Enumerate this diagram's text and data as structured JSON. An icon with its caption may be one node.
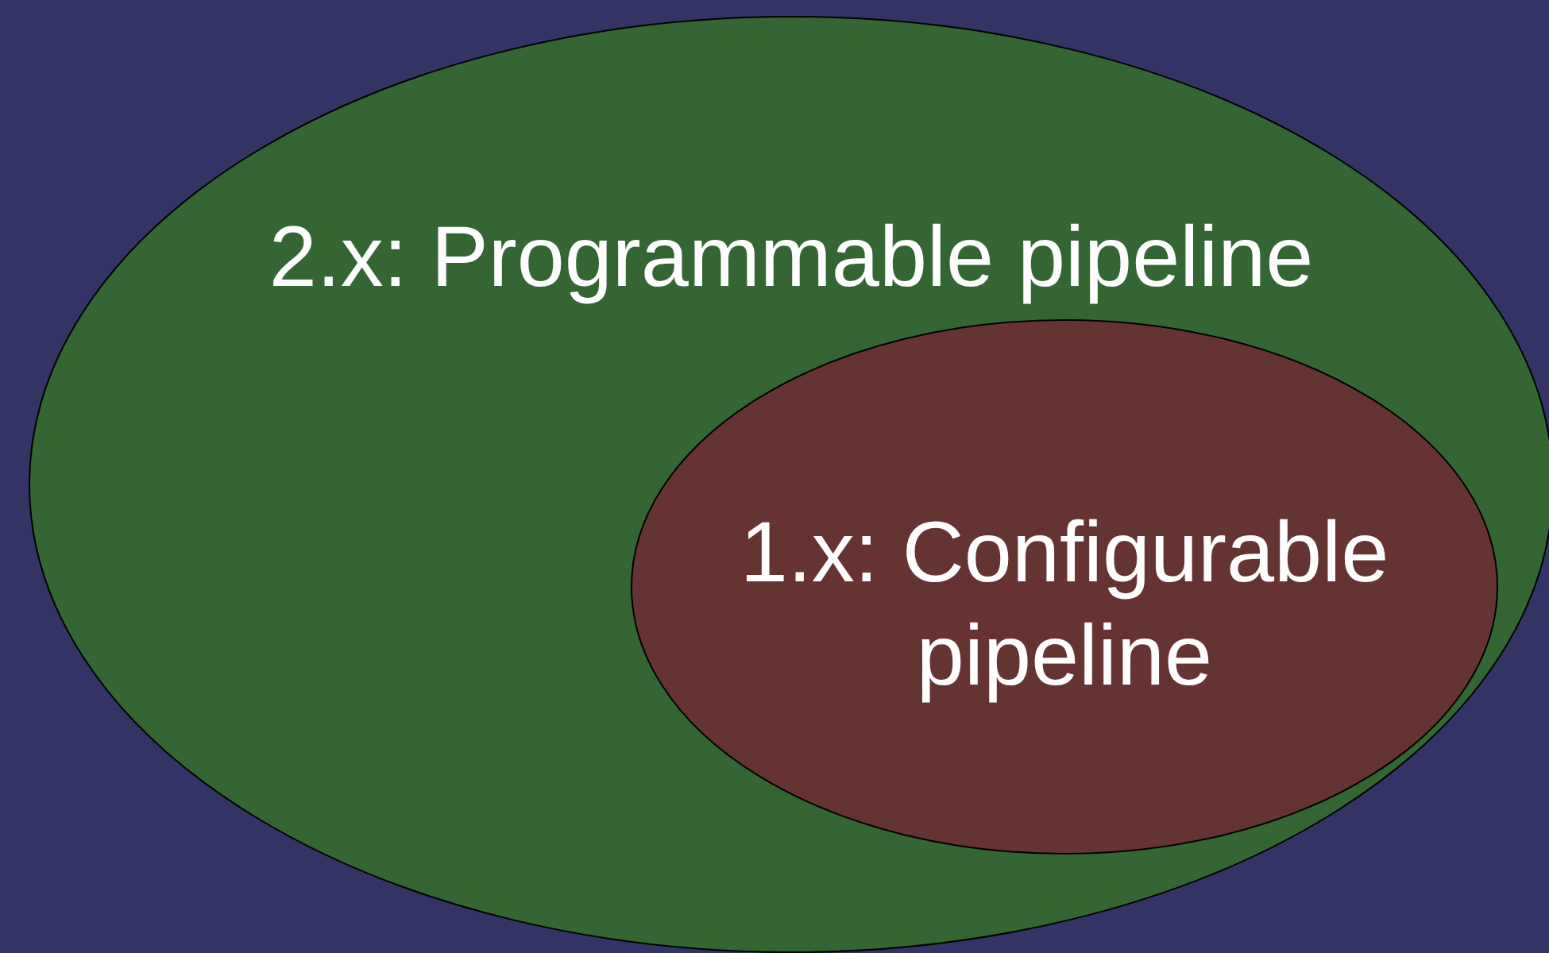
{
  "diagram": {
    "nodes": [
      {
        "text": [
          "2.x: Programmable pipeline"
        ]
      },
      {
        "text": [
          "1.x: Configurable pipeline"
        ],
        "in": 0
      }
    ]
  }
}
